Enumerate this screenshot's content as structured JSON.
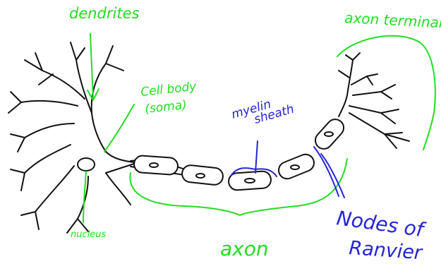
{
  "labels": {
    "dendrites": "dendrites",
    "cell_body_line1": "Cell body",
    "cell_body_line2": "(soma)",
    "myelin_line1": "myelin",
    "myelin_line2": "sheath",
    "axon_terminal": "axon terminal",
    "nucleus": "nucleus",
    "axon": "axon",
    "nodes_line1": "Nodes of",
    "nodes_line2": "Ranvier"
  },
  "colors": {
    "outline": "#111111",
    "green_labels": "#22dd22",
    "blue_labels": "#2424d8",
    "background": "#ffffff"
  }
}
